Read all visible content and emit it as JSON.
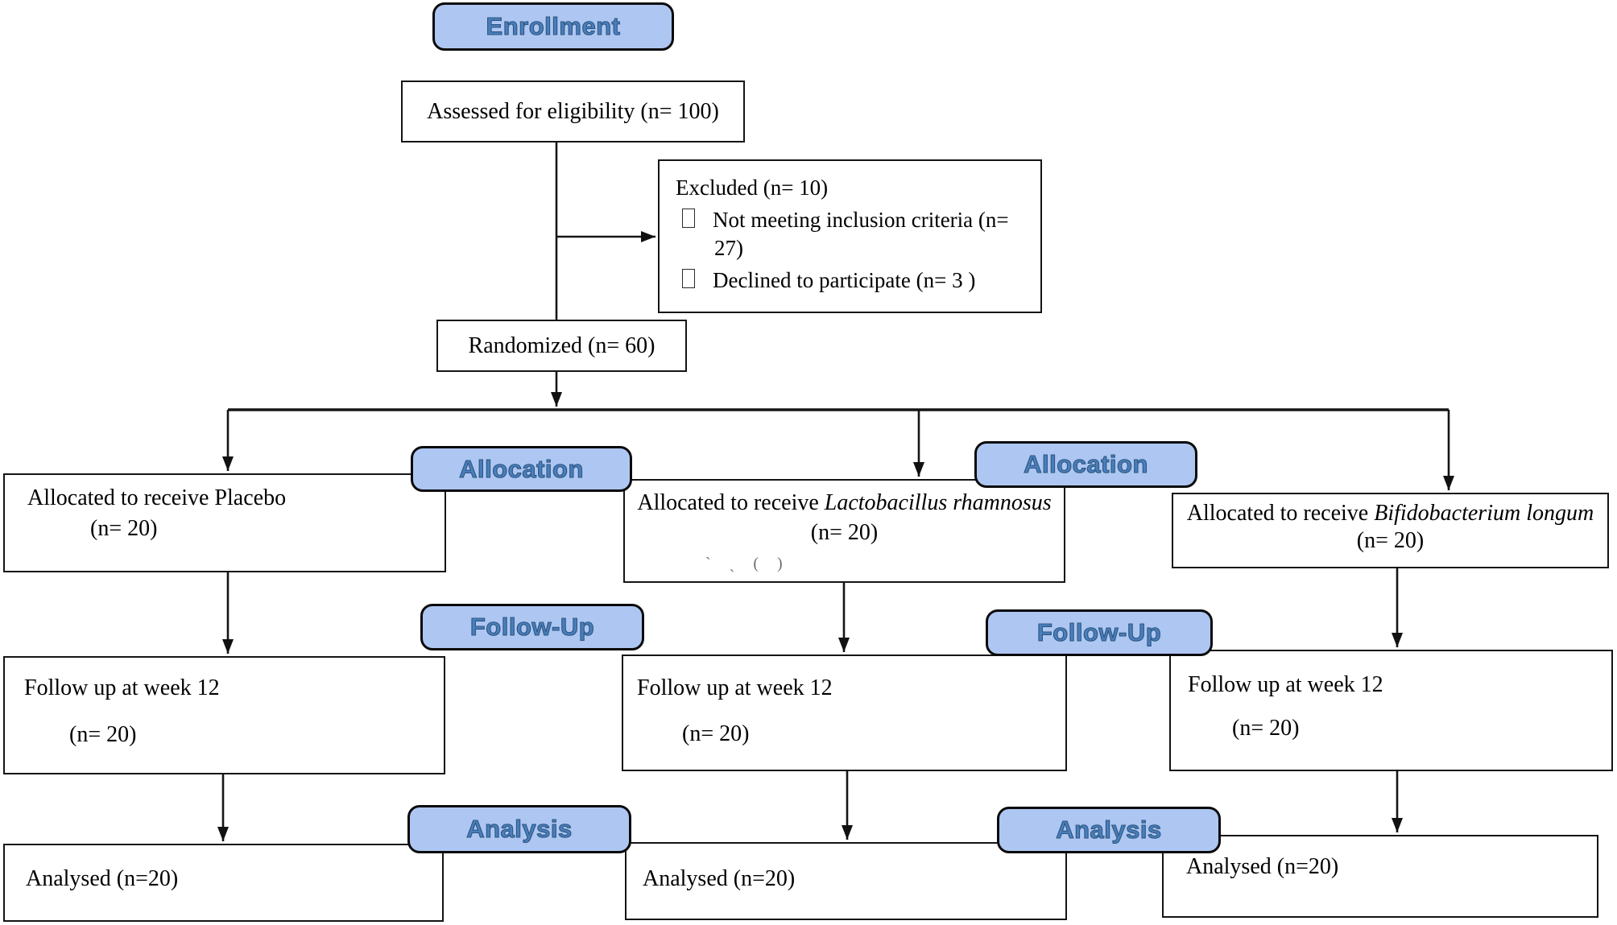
{
  "diagram": {
    "badges": {
      "enrollment": "Enrollment",
      "allocation1": "Allocation",
      "allocation2": "Allocation",
      "followup1": "Follow-Up",
      "followup2": "Follow-Up",
      "analysis1": "Analysis",
      "analysis2": "Analysis"
    },
    "nodes": {
      "assessed": {
        "text": "Assessed for eligibility (n= 100)"
      },
      "excluded": {
        "title": "Excluded (n= 10)",
        "bullet1_line1": "Not meeting inclusion criteria (n=",
        "bullet1_line2": "27)",
        "bullet2": "Declined to participate (n= 3 )"
      },
      "randomized": {
        "text": "Randomized (n= 60)"
      },
      "alloc_placebo": {
        "line1": "Allocated to receive Placebo",
        "n": "(n= 20)"
      },
      "alloc_lacto": {
        "prefix": "Allocated to receive ",
        "species": "Lactobacillus rhamnosus",
        "n": "(n= 20)",
        "stray_marks": "ˋ ˏ     (      )"
      },
      "alloc_bifido": {
        "prefix": "Allocated to receive ",
        "species": "Bifidobacterium longum",
        "n": "(n= 20)"
      },
      "followup_placebo": {
        "line1": "Follow up at week 12",
        "n": "(n= 20)"
      },
      "followup_lacto": {
        "line1": "Follow up at week 12",
        "n": "(n= 20)"
      },
      "followup_bifido": {
        "line1": "Follow up at week 12",
        "n": "(n= 20)"
      },
      "analysed_placebo": {
        "text": "Analysed (n=20)"
      },
      "analysed_lacto": {
        "text": "Analysed (n=20)"
      },
      "analysed_bifido": {
        "text": "Analysed (n=20)"
      }
    },
    "colors": {
      "badge_fill": "#aec6f2",
      "badge_text": "#4a7ebc",
      "box_border": "#141414",
      "connector": "#151515"
    }
  }
}
